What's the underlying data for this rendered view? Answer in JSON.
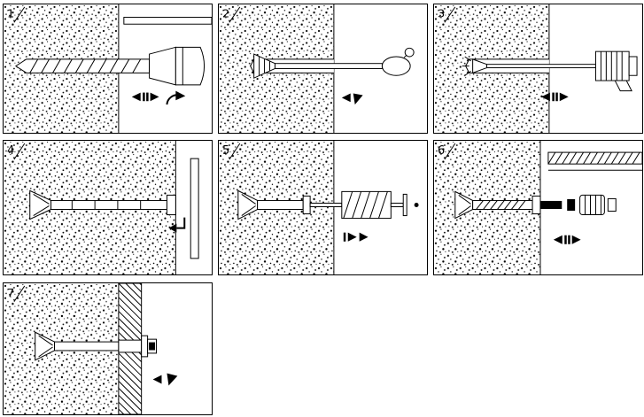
{
  "page": {
    "background_color": "#ffffff",
    "line_color": "#000000",
    "description_icons": [
      "hammer-drill-icon",
      "depth-gauge-icon",
      "hole-brush-icon",
      "blow-out-pump-icon",
      "anchor-sleeve-icon",
      "setting-plate-icon",
      "injection-gun-icon",
      "threaded-rod-icon",
      "hex-nut-icon",
      "fixture-board-icon",
      "hammer-arrows-icon",
      "rotate-arrow-icon",
      "push-arrows-icon"
    ]
  },
  "panels": [
    {
      "number": "1"
    },
    {
      "number": "2"
    },
    {
      "number": "3"
    },
    {
      "number": "4"
    },
    {
      "number": "5"
    },
    {
      "number": "6"
    },
    {
      "number": "7"
    }
  ]
}
